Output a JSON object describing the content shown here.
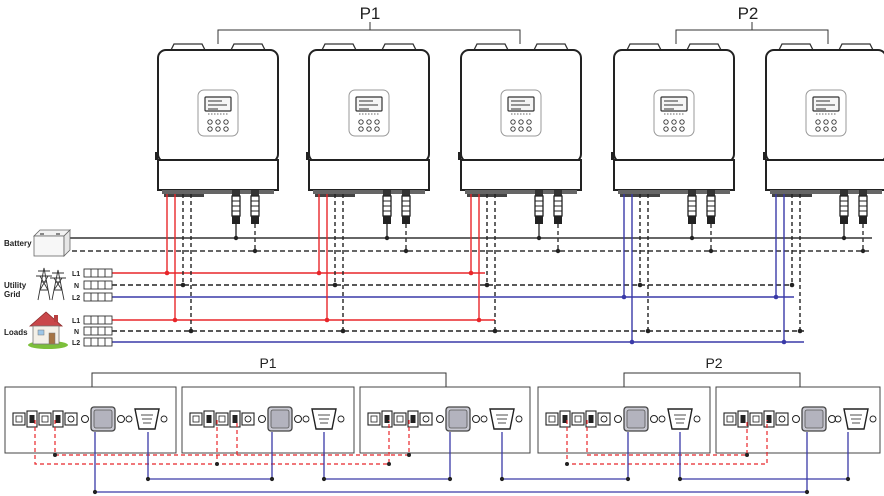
{
  "groups": {
    "top_p1": "P1",
    "top_p2": "P2",
    "comm_p1": "P1",
    "comm_p2": "P2"
  },
  "sources": {
    "battery": "Battery",
    "utility_line1": "Utility",
    "utility_line2": "Grid",
    "loads": "Loads"
  },
  "terminals": {
    "l1": "L1",
    "n": "N",
    "l2": "L2"
  },
  "inverter_count": 5,
  "colors": {
    "phase_l1": "#e8262a",
    "phase_l2": "#3a3aa8",
    "neutral": "#222222",
    "dc_line": "#333333"
  }
}
